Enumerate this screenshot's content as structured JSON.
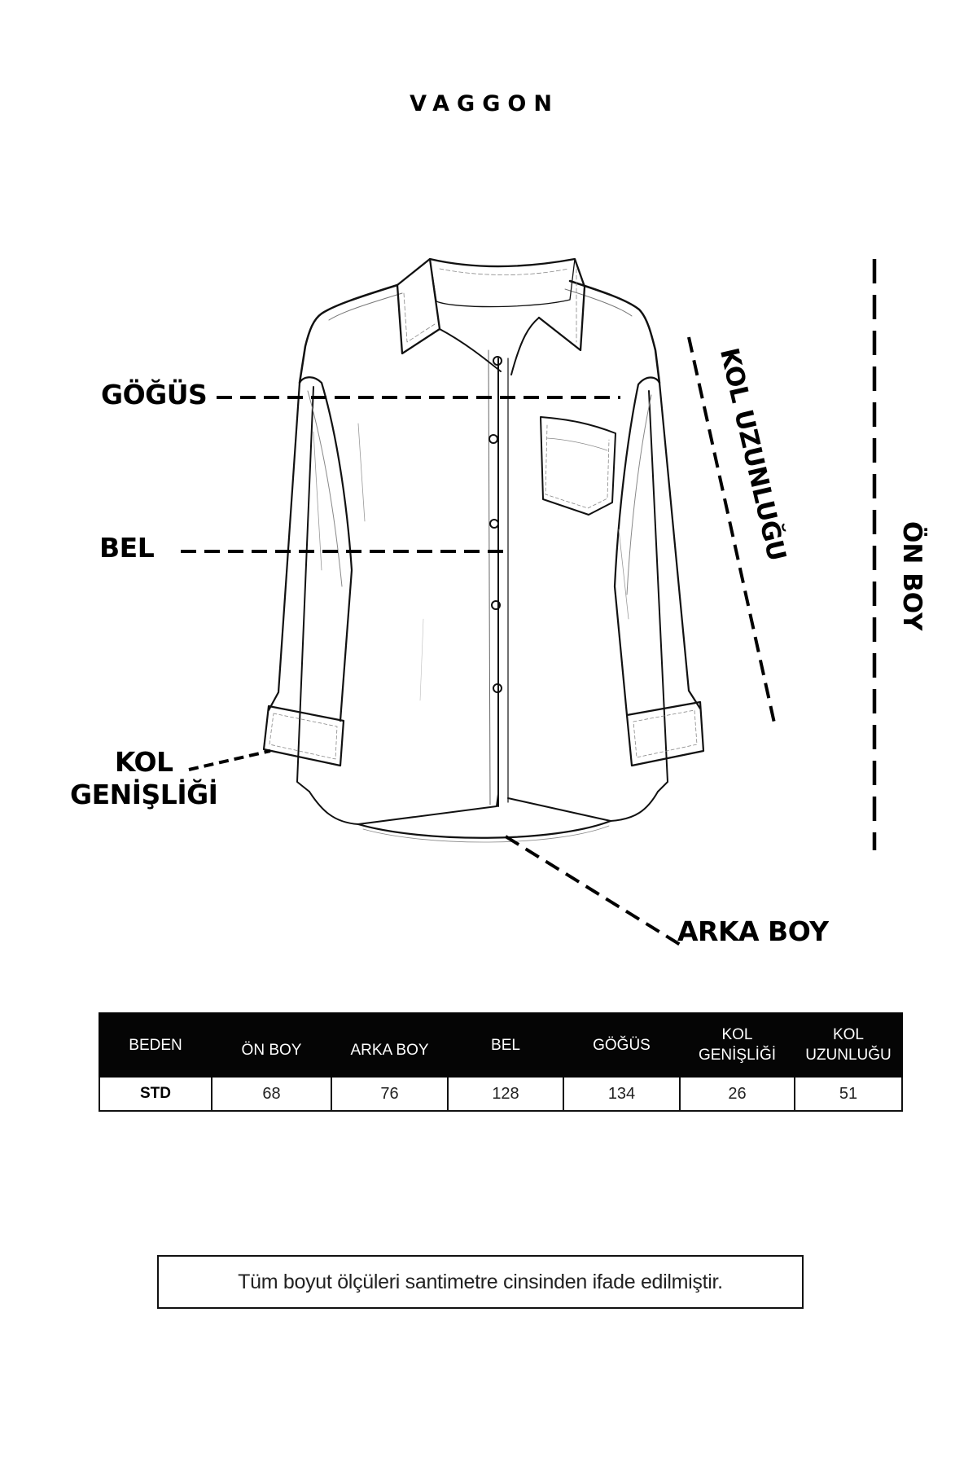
{
  "brand": {
    "name": "VAGGON"
  },
  "diagram": {
    "subject": "shirt-technical-sketch",
    "labels": {
      "gogus": "GÖĞÜS",
      "bel": "BEL",
      "kol_genisligi_line1": "KOL",
      "kol_genisligi_line2": "GENİŞLİĞİ",
      "kol_uzunlugu": "KOL UZUNLUĞU",
      "on_boy": "ÖN BOY",
      "arka_boy": "ARKA BOY"
    }
  },
  "table": {
    "headers": [
      {
        "line1": "BEDEN",
        "line2": ""
      },
      {
        "line1": "ÖN BOY",
        "line2": ""
      },
      {
        "line1": "ARKA BOY",
        "line2": ""
      },
      {
        "line1": "BEL",
        "line2": ""
      },
      {
        "line1": "GÖĞÜS",
        "line2": ""
      },
      {
        "line1": "KOL",
        "line2": "GENİŞLİĞİ"
      },
      {
        "line1": "KOL",
        "line2": "UZUNLUĞU"
      }
    ],
    "rows": [
      {
        "beden": "STD",
        "on_boy": "68",
        "arka_boy": "76",
        "bel": "128",
        "gogus": "134",
        "kol_genisligi": "26",
        "kol_uzunlugu": "51"
      }
    ],
    "colors": {
      "header_bg": "#050505",
      "header_text": "#ffffff",
      "border": "#111111"
    }
  },
  "note": {
    "text": "Tüm boyut ölçüleri santimetre cinsinden ifade edilmiştir."
  }
}
